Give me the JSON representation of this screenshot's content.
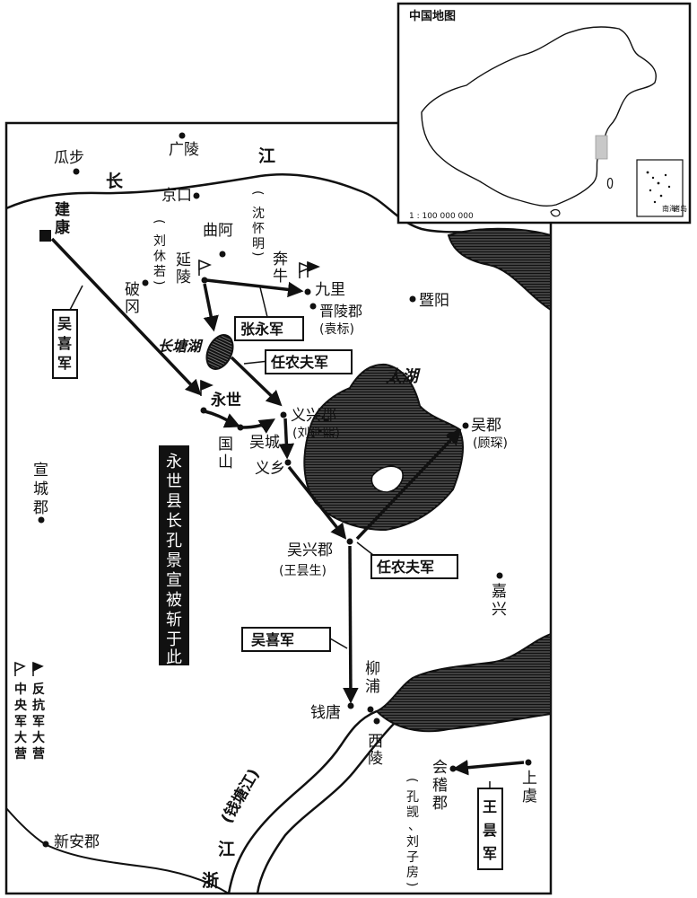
{
  "inset": {
    "title": "中国地图",
    "scale": "1 : 100 000 000",
    "south_sea": [
      "南海",
      "诸岛"
    ]
  },
  "rivers": {
    "changjiang": [
      "长",
      "江"
    ],
    "qiantang": "(钱塘江)",
    "zhe": [
      "江",
      "浙"
    ]
  },
  "lakes": {
    "taihu": "太湖",
    "changtanghu": "长塘湖"
  },
  "places": {
    "guabu": "瓜步",
    "guangling": "广陵",
    "jingkou": "京口",
    "jiankang": [
      "建",
      "康"
    ],
    "qua": "曲阿",
    "yanling": [
      "延",
      "陵"
    ],
    "pogang": [
      "破",
      "冈"
    ],
    "benniu": [
      "奔",
      "牛"
    ],
    "jiuli": "九里",
    "jinling": "晋陵郡",
    "jiyang": "暨阳",
    "yongshi": "永世",
    "guoshan": [
      "国",
      "山"
    ],
    "wucheng": "吴城",
    "yixing_jun": "义兴郡",
    "yixiang": "义乡",
    "wujun": "吴郡",
    "xuancheng": [
      "宣",
      "城",
      "郡"
    ],
    "wuxing": "吴兴郡",
    "jiaxing": [
      "嘉",
      "兴"
    ],
    "liupu": [
      "柳",
      "浦"
    ],
    "qiantang_city": "钱唐",
    "xiling": [
      "西",
      "陵"
    ],
    "kuaiji": [
      "会",
      "稽",
      "郡"
    ],
    "shangyu": [
      "上",
      "虞"
    ],
    "xinan": "新安郡"
  },
  "people": {
    "liu_xiuruo": [
      "(",
      "刘",
      "休",
      "若",
      ")"
    ],
    "shen_huaiming": [
      "(",
      "沈",
      "怀",
      "明",
      ")"
    ],
    "yuan_biao": "(袁标)",
    "liu_yanxi": "(刘延熙)",
    "gu_chen": "(顾琛)",
    "wang_tansheng": "(王昙生)",
    "kong_kai": [
      "(",
      "孔",
      "觊",
      "、"
    ],
    "liu_zifang": [
      "刘",
      "子",
      "房",
      ")"
    ]
  },
  "armies": {
    "wuxi_1": [
      "吴",
      "喜",
      "军"
    ],
    "zhangyong": "张永军",
    "rennongfu_1": "任农夫军",
    "rennongfu_2": "任农夫军",
    "wuxi_2": "吴喜军",
    "wangtan": [
      "王",
      "昙",
      "军"
    ]
  },
  "event": [
    "永",
    "世",
    "县",
    "长",
    "孔",
    "景",
    "宣",
    "被",
    "斩",
    "于",
    "此"
  ],
  "legend": {
    "rebel": [
      "反",
      "抗",
      "军",
      "大",
      "营"
    ],
    "central": [
      "中",
      "央",
      "军",
      "大",
      "营"
    ]
  },
  "colors": {
    "ink": "#111111",
    "paper": "#ffffff",
    "inset_mark": "#c8c8c8"
  }
}
